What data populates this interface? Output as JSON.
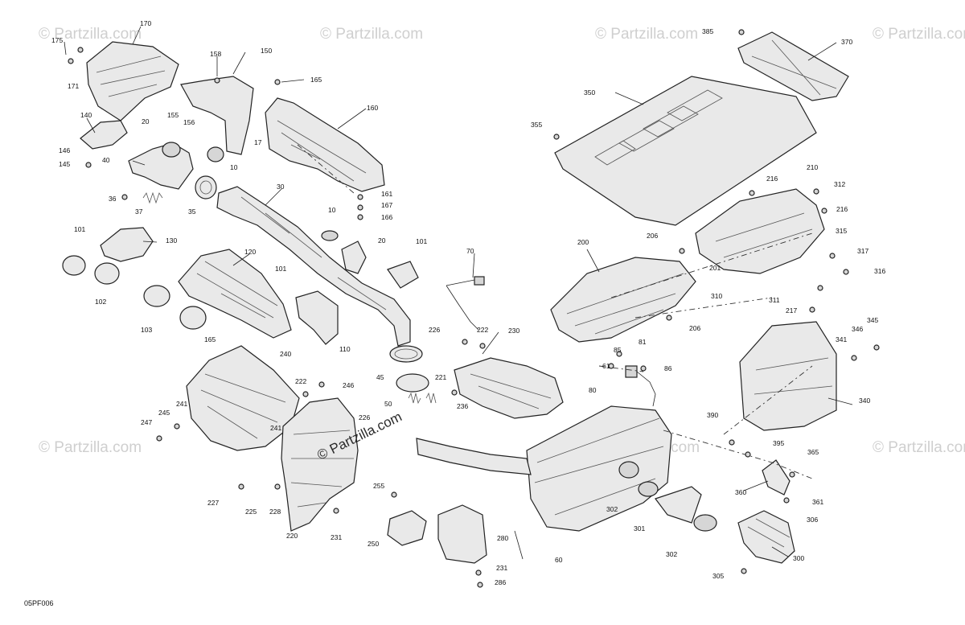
{
  "watermark": {
    "text": "© Partzilla.com",
    "center_text": "© Partzilla.com"
  },
  "figure_code": "05PF006",
  "callouts": [
    "175",
    "170",
    "171",
    "158",
    "150",
    "165",
    "155",
    "156",
    "160",
    "140",
    "146",
    "145",
    "20",
    "40",
    "10",
    "17",
    "161",
    "167",
    "166",
    "36",
    "37",
    "35",
    "30",
    "10",
    "20",
    "101",
    "101",
    "130",
    "120",
    "102",
    "103",
    "101",
    "110",
    "70",
    "226",
    "222",
    "230",
    "165",
    "240",
    "222",
    "246",
    "45",
    "221",
    "50",
    "236",
    "241",
    "245",
    "247",
    "241",
    "226",
    "227",
    "225",
    "228",
    "220",
    "231",
    "255",
    "250",
    "280",
    "231",
    "286",
    "60",
    "385",
    "370",
    "350",
    "355",
    "216",
    "210",
    "312",
    "216",
    "206",
    "315",
    "200",
    "201",
    "317",
    "316",
    "310",
    "311",
    "217",
    "206",
    "85",
    "81",
    "61",
    "86",
    "80",
    "345",
    "346",
    "341",
    "340",
    "390",
    "395",
    "365",
    "360",
    "361",
    "302",
    "301",
    "306",
    "302",
    "300",
    "305"
  ]
}
